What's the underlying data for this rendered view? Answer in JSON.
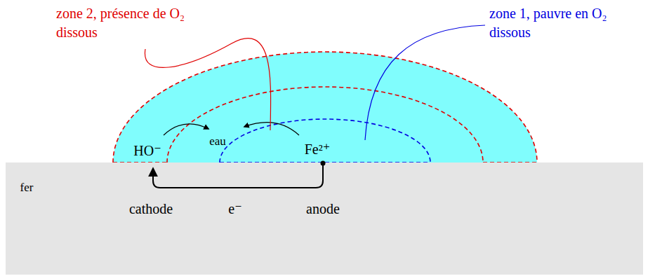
{
  "diagram": {
    "nodes": [
      {
        "text": [
          "HO⁻",
          "eau",
          "Fe²⁺"
        ]
      },
      {
        "text": [
          "fer",
          "cathode",
          "e⁻",
          "anode"
        ]
      }
    ],
    "labels": [
      "zone 2, présence de O₂ dissous",
      "zone 1, pauvre en O₂ dissous"
    ]
  }
}
